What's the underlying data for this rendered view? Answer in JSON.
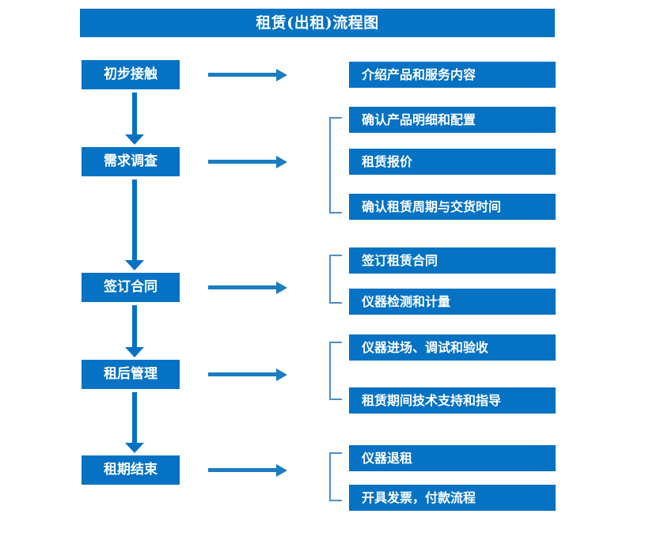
{
  "page": {
    "title": "租赁(出租)流程图",
    "background_color": "#ffffff"
  },
  "colors": {
    "box_blue": "#0572c4",
    "arrow_blue": "#1b7cc2",
    "bracket_blue": "#4a8fc8",
    "text_white": "#ffffff"
  },
  "stages": [
    {
      "label": "初步接触"
    },
    {
      "label": "需求调查"
    },
    {
      "label": "签订合同"
    },
    {
      "label": "租后管理"
    },
    {
      "label": "租期结束"
    }
  ],
  "details": [
    {
      "label": "介绍产品和服务内容"
    },
    {
      "label": "确认产品明细和配置"
    },
    {
      "label": "租赁报价"
    },
    {
      "label": "确认租赁周期与交货时间"
    },
    {
      "label": "签订租赁合同"
    },
    {
      "label": "仪器检测和计量"
    },
    {
      "label": "仪器进场、调试和验收"
    },
    {
      "label": "租赁期间技术支持和指导"
    },
    {
      "label": "仪器退租"
    },
    {
      "label": "开具发票，付款流程"
    }
  ],
  "chart_data": {
    "type": "diagram",
    "diagram_type": "flowchart",
    "title": "租赁(出租)流程图",
    "orientation": "vertical-with-branches",
    "nodes": [
      {
        "id": "stage-1",
        "label": "初步接触",
        "column": "left",
        "outputs": [
          "介绍产品和服务内容"
        ]
      },
      {
        "id": "stage-2",
        "label": "需求调查",
        "column": "left",
        "outputs": [
          "确认产品明细和配置",
          "租赁报价",
          "确认租赁周期与交货时间"
        ]
      },
      {
        "id": "stage-3",
        "label": "签订合同",
        "column": "left",
        "outputs": [
          "签订租赁合同",
          "仪器检测和计量"
        ]
      },
      {
        "id": "stage-4",
        "label": "租后管理",
        "column": "left",
        "outputs": [
          "仪器进场、调试和验收",
          "租赁期间技术支持和指导"
        ]
      },
      {
        "id": "stage-5",
        "label": "租期结束",
        "column": "left",
        "outputs": [
          "仪器退租",
          "开具发票，付款流程"
        ]
      }
    ],
    "edges": [
      {
        "from": "初步接触",
        "to": "需求调查",
        "type": "down-arrow"
      },
      {
        "from": "需求调查",
        "to": "签订合同",
        "type": "down-arrow"
      },
      {
        "from": "签订合同",
        "to": "租后管理",
        "type": "down-arrow"
      },
      {
        "from": "租后管理",
        "to": "租期结束",
        "type": "down-arrow"
      },
      {
        "from": "初步接触",
        "to": "介绍产品和服务内容",
        "type": "right-arrow"
      },
      {
        "from": "需求调查",
        "to": "确认产品明细和配置/租赁报价/确认租赁周期与交货时间",
        "type": "right-arrow"
      },
      {
        "from": "签订合同",
        "to": "签订租赁合同/仪器检测和计量",
        "type": "right-arrow"
      },
      {
        "from": "租后管理",
        "to": "仪器进场、调试和验收/租赁期间技术支持和指导",
        "type": "right-arrow"
      },
      {
        "from": "租期结束",
        "to": "仪器退租/开具发票，付款流程",
        "type": "right-arrow"
      }
    ]
  }
}
